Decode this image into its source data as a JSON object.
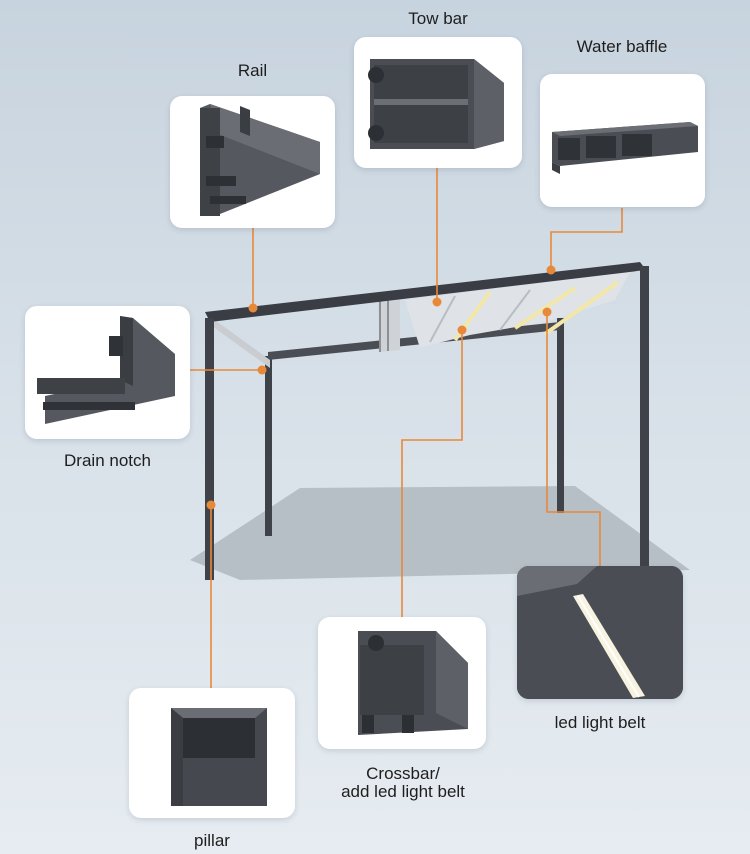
{
  "labels": {
    "rail": "Rail",
    "tow_bar": "Tow bar",
    "water_baffle": "Water baffle",
    "drain_notch": "Drain notch",
    "pillar": "pillar",
    "crossbar_line1": "Crossbar/",
    "crossbar_line2": "add led light belt",
    "led_light_belt": "led light belt"
  },
  "colors": {
    "leader": "#e8893a",
    "frame": "#3f4349",
    "profile": "#45494f",
    "led": "#f3e7a8"
  }
}
